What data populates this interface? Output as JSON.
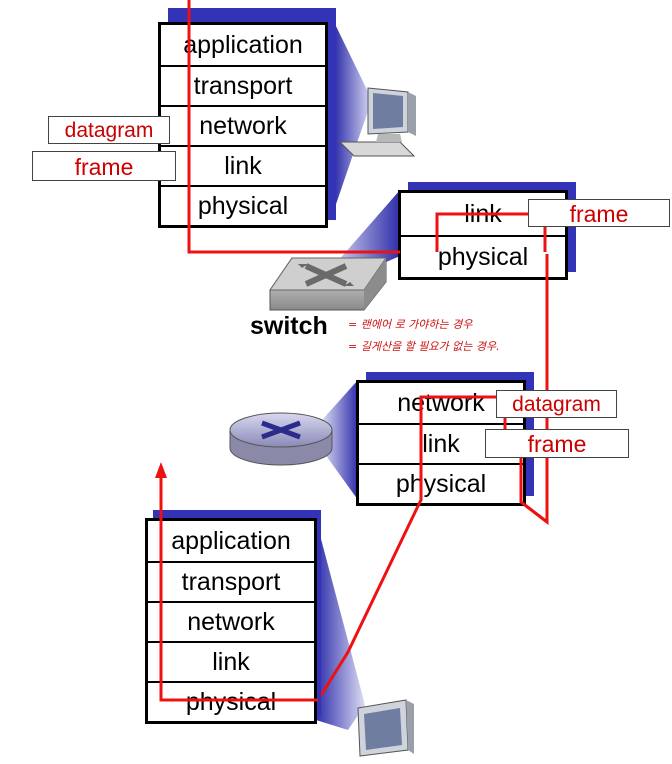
{
  "source_host": {
    "layers": [
      "application",
      "transport",
      "network",
      "link",
      "physical"
    ],
    "tags": {
      "datagram": "datagram",
      "frame": "frame"
    }
  },
  "switch": {
    "label": "switch",
    "layers": [
      "link",
      "physical"
    ],
    "tag": "frame",
    "notes": [
      "= 랜에어 로 가야하는 경우",
      "= 길게산을 할 필요가 없는 경우."
    ]
  },
  "router": {
    "layers": [
      "network",
      "link",
      "physical"
    ],
    "tags": {
      "datagram": "datagram",
      "frame": "frame"
    }
  },
  "destination_host": {
    "layers": [
      "application",
      "transport",
      "network",
      "link",
      "physical"
    ]
  },
  "colors": {
    "path": "#ee1111",
    "tag_text": "#cc0000",
    "stack_shadow": "#3333b8",
    "note_ink": "#cc1111"
  },
  "icons": [
    "desktop-computer-icon",
    "switch-icon",
    "router-icon",
    "desktop-computer-icon"
  ]
}
